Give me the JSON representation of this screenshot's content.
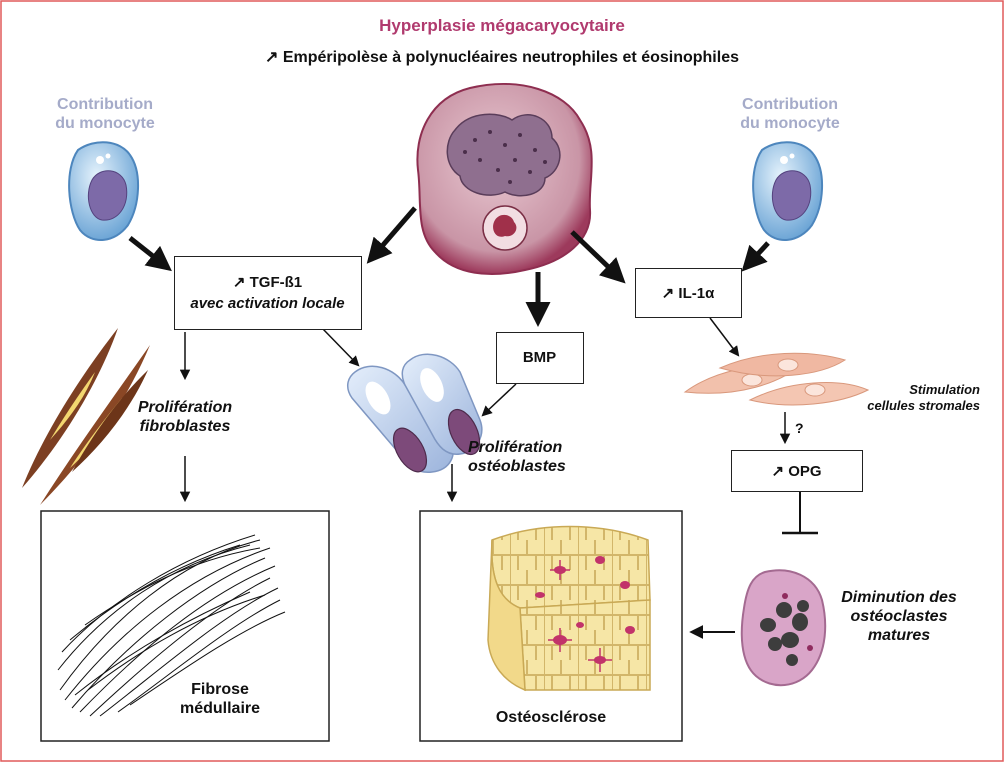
{
  "title": "Hyperplasie mégacaryocytaire",
  "subtitle": "Empéripolèse à polynucléaires neutrophiles et éosinophiles",
  "up_arrow": "↗",
  "monocyte_left": [
    "Contribution",
    "du monocyte"
  ],
  "monocyte_right": [
    "Contribution",
    "du monocyte"
  ],
  "tgf_box": {
    "line1": "TGF-ß1",
    "line2": "avec activation locale"
  },
  "bmp_box": "BMP",
  "il1_box": "IL-1α",
  "opg_box": "OPG",
  "question_mark": "?",
  "fibroblast_label": [
    "Prolifération",
    "fibroblastes"
  ],
  "osteoblast_label": [
    "Prolifération",
    "ostéoblastes"
  ],
  "stromal_label": [
    "Stimulation",
    "cellules stromales"
  ],
  "osteoclast_label": [
    "Diminution des",
    "ostéoclastes",
    "matures"
  ],
  "fibrosis_label": [
    "Fibrose",
    "médullaire"
  ],
  "osteosclerosis_label": "Ostéosclérose",
  "colors": {
    "frame": "#e05a5a",
    "title": "#b03a6e",
    "monocyte_text": "#a5abc9"
  }
}
